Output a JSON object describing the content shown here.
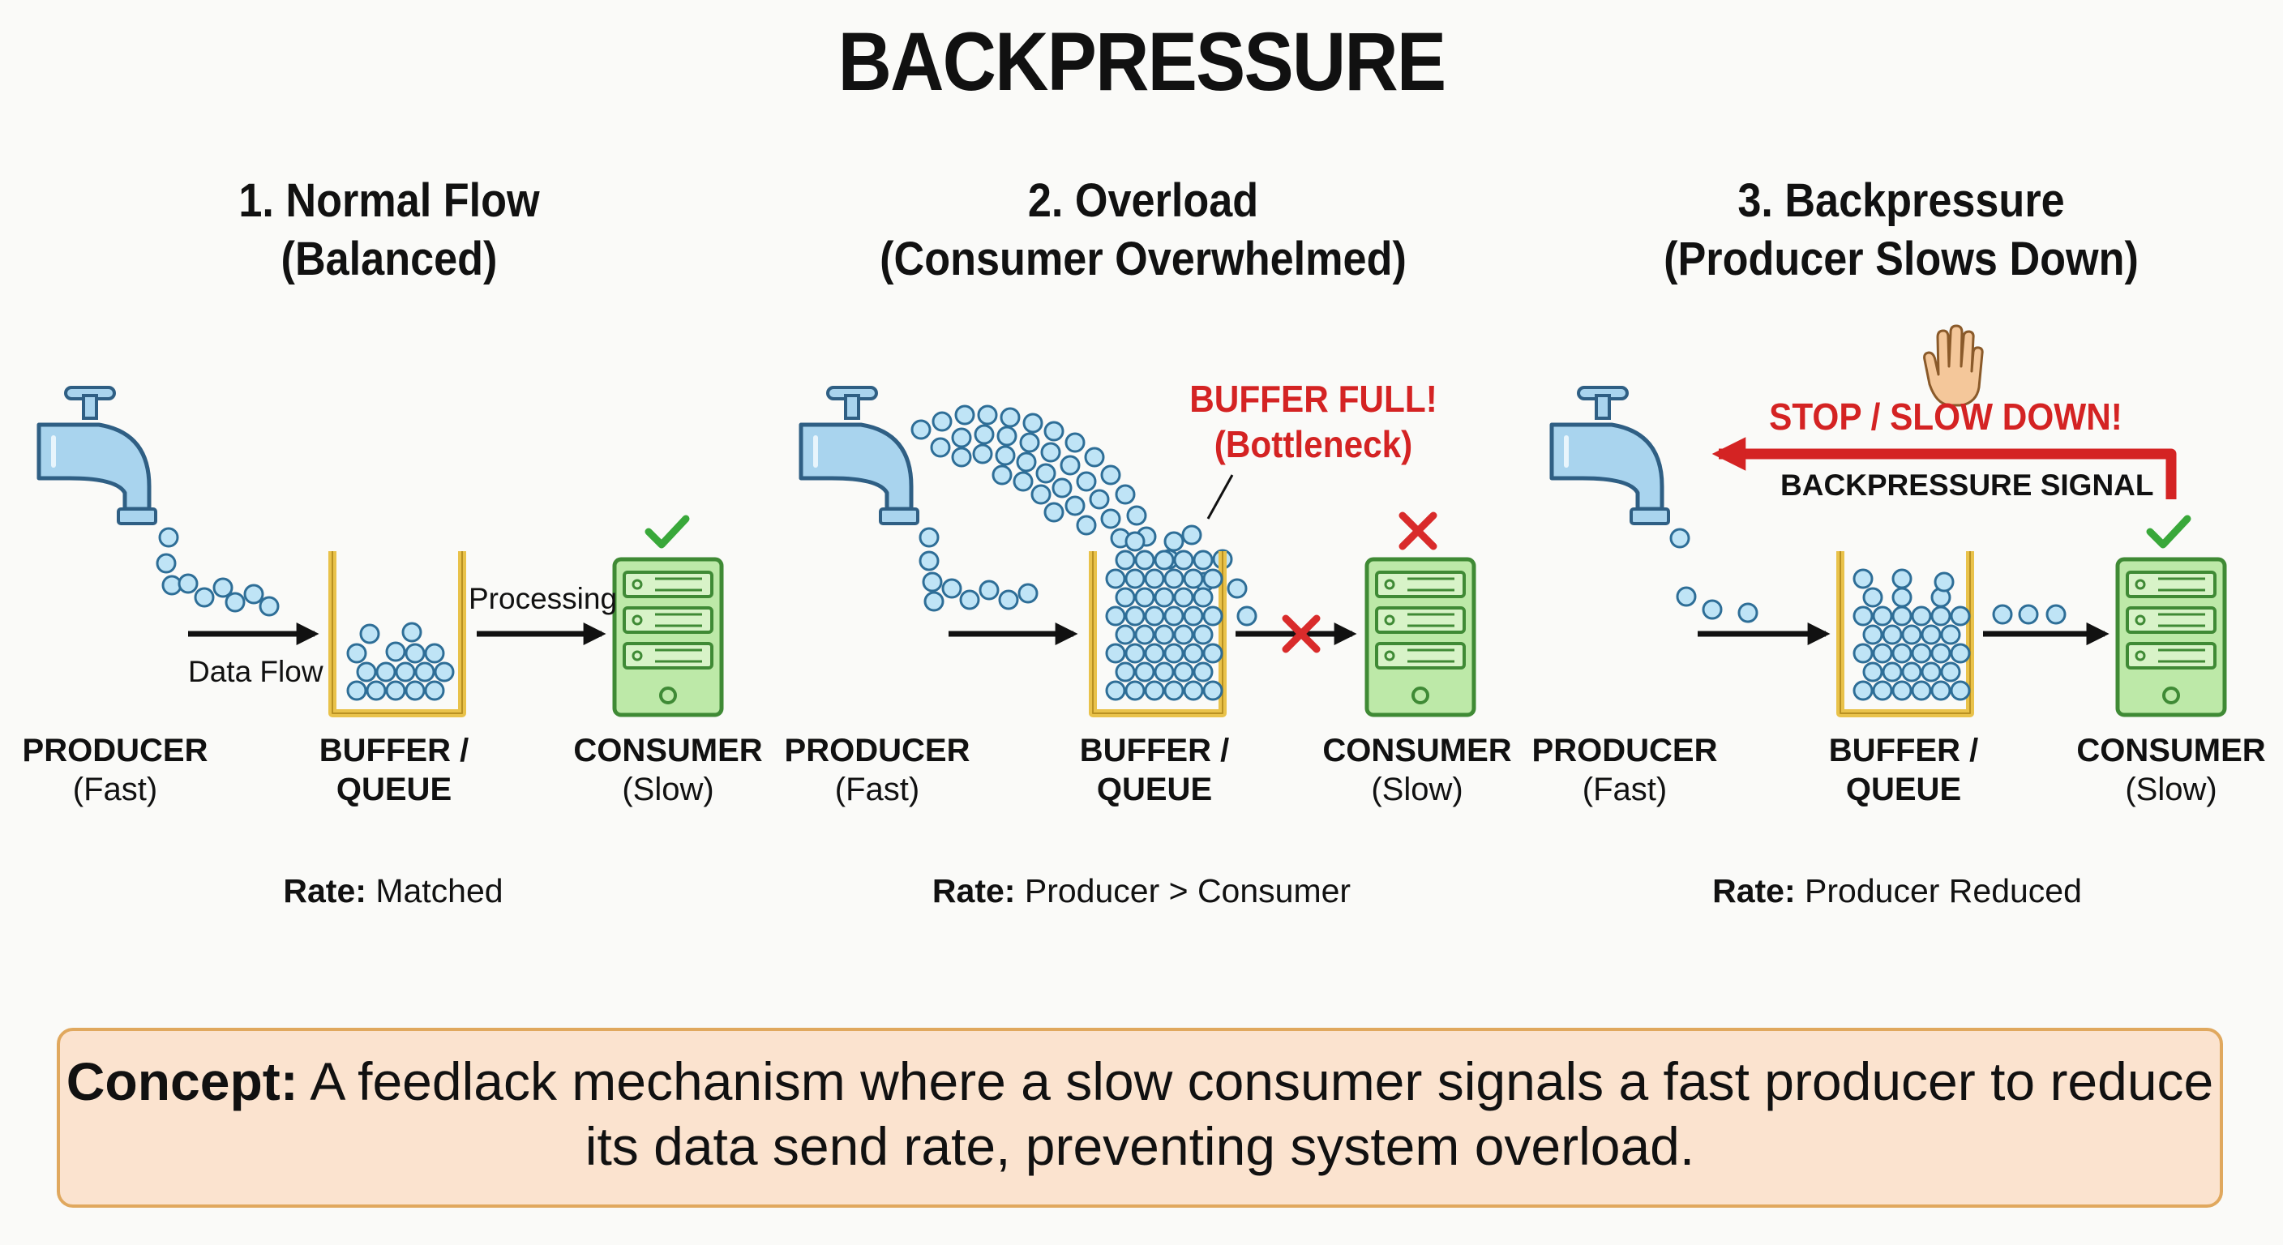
{
  "title": "BACKPRESSURE",
  "panels": [
    {
      "title_line1": "1. Normal Flow",
      "title_line2": "(Balanced)",
      "producer": {
        "name": "PRODUCER",
        "note": "(Fast)"
      },
      "buffer": {
        "line1": "BUFFER /",
        "line2": "QUEUE"
      },
      "consumer": {
        "name": "CONSUMER",
        "note": "(Slow)"
      },
      "data_flow_label": "Data Flow",
      "processing_label": "Processing",
      "rate_key": "Rate:",
      "rate_value": "Matched"
    },
    {
      "title_line1": "2. Overload",
      "title_line2": "(Consumer Overwhelmed)",
      "producer": {
        "name": "PRODUCER",
        "note": "(Fast)"
      },
      "buffer": {
        "line1": "BUFFER /",
        "line2": "QUEUE"
      },
      "consumer": {
        "name": "CONSUMER",
        "note": "(Slow)"
      },
      "alert_line1": "BUFFER FULL!",
      "alert_line2": "(Bottleneck)",
      "rate_key": "Rate:",
      "rate_value": "Producer > Consumer"
    },
    {
      "title_line1": "3. Backpressure",
      "title_line2": "(Producer Slows Down)",
      "producer": {
        "name": "PRODUCER",
        "note": "(Fast)"
      },
      "buffer": {
        "line1": "BUFFER /",
        "line2": "QUEUE"
      },
      "consumer": {
        "name": "CONSUMER",
        "note": "(Slow)"
      },
      "alert_line1": "STOP / SLOW DOWN!",
      "signal_label": "BACKPRESSURE SIGNAL",
      "rate_key": "Rate:",
      "rate_value": "Producer Reduced"
    }
  ],
  "concept": {
    "key": "Concept:",
    "text": "A feedlack mechanism where a slow consumer signals a fast producer to reduce its data send rate, preventing system overload."
  },
  "colors": {
    "faucet": "#a9d4ee",
    "faucet_stroke": "#2f5f84",
    "bubble": "#bfe4f6",
    "bubble_stroke": "#2e6e97",
    "buffer_frame": "#e9c24a",
    "server_fill": "#bde9a8",
    "server_stroke": "#3f8a35",
    "ok_check": "#39a83a",
    "error_x": "#d92b2b",
    "alert_red": "#d42323",
    "concept_bg": "#fbe3cf",
    "concept_border": "#e0a85e"
  },
  "icons": [
    "faucet-icon",
    "server-icon",
    "checkmark-icon",
    "x-icon",
    "hand-stop-icon",
    "arrow-icon"
  ]
}
